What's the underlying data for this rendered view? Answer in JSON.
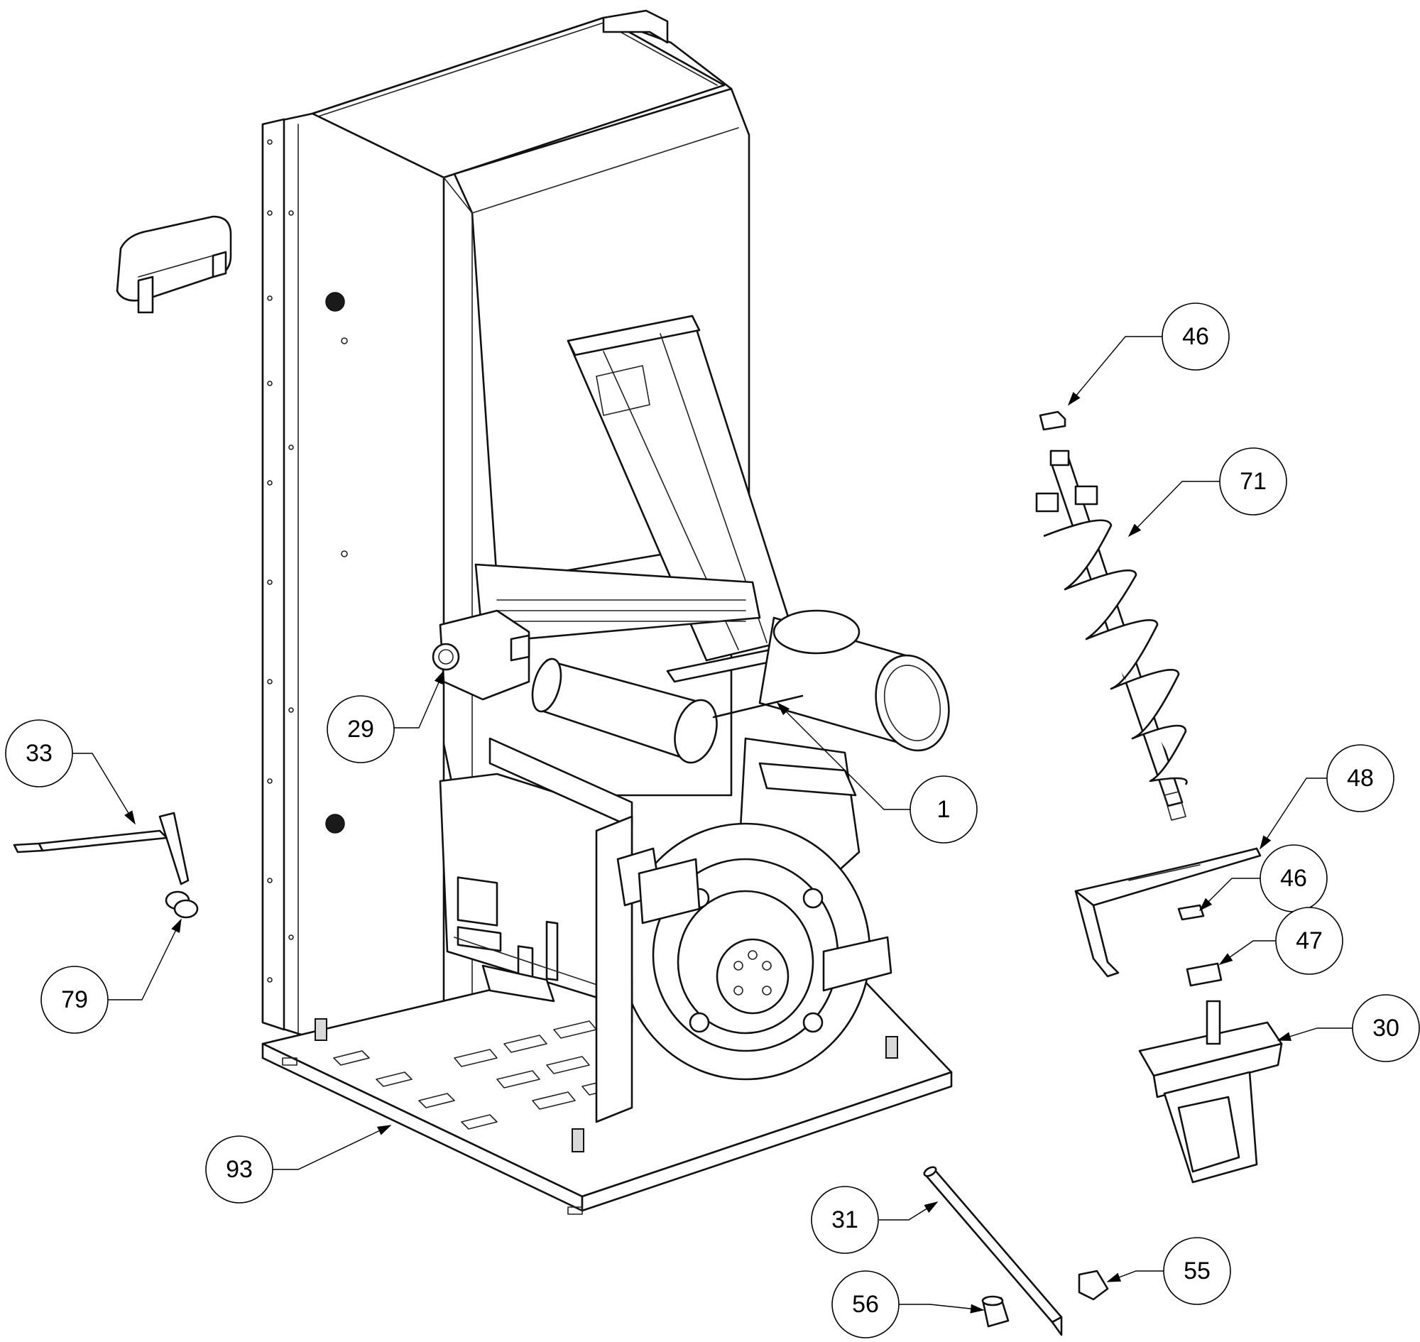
{
  "callouts": [
    {
      "id": "c46a",
      "label": "46"
    },
    {
      "id": "c71",
      "label": "71"
    },
    {
      "id": "c48",
      "label": "48"
    },
    {
      "id": "c46b",
      "label": "46"
    },
    {
      "id": "c47",
      "label": "47"
    },
    {
      "id": "c30",
      "label": "30"
    },
    {
      "id": "c33",
      "label": "33"
    },
    {
      "id": "c79",
      "label": "79"
    },
    {
      "id": "c29",
      "label": "29"
    },
    {
      "id": "c1",
      "label": "1"
    },
    {
      "id": "c93",
      "label": "93"
    },
    {
      "id": "c31",
      "label": "31"
    },
    {
      "id": "c55",
      "label": "55"
    },
    {
      "id": "c56",
      "label": "56"
    }
  ]
}
